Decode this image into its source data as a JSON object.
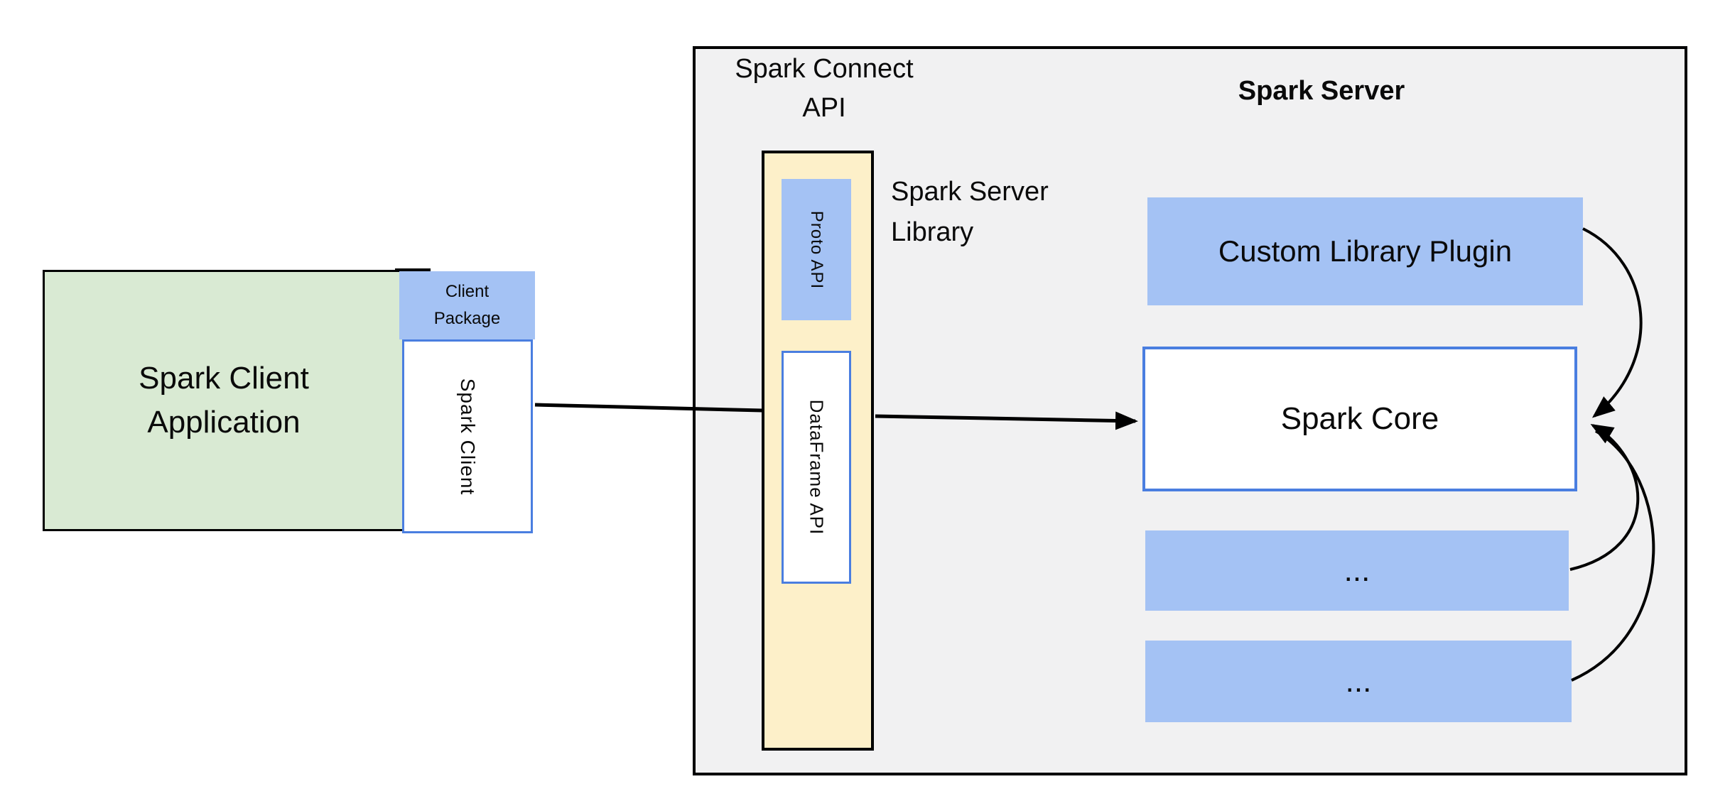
{
  "titles": {
    "connect_line1": "Spark Connect",
    "connect_line2": "API",
    "server": "Spark Server",
    "library_line1": "Spark Server",
    "library_line2": "Library"
  },
  "client": {
    "app_line1": "Spark Client",
    "app_line2": "Application",
    "package_line1": "Client",
    "package_line2": "Package",
    "spark_client": "Spark Client"
  },
  "server": {
    "proto_api": "Proto API",
    "dataframe_api": "DataFrame API",
    "custom_plugin": "Custom Library Plugin",
    "spark_core": "Spark Core",
    "module_dots_1": "...",
    "module_dots_2": "..."
  },
  "colors": {
    "blue_fill": "#a4c2f4",
    "blue_border": "#4a7ee0",
    "green_fill": "#d9ead3",
    "yellow_fill": "#fdf0c9",
    "gray_fill": "#f1f1f2",
    "line": "#000000"
  }
}
